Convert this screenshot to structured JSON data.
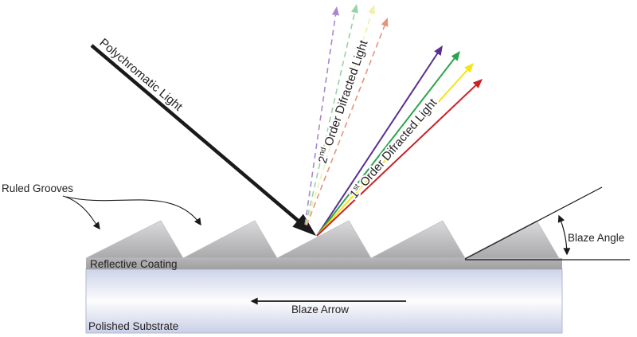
{
  "labels": {
    "polychromatic_light": "Polychromatic Light",
    "second_order": {
      "number": "2",
      "superscript": "nd",
      "text": "Order Difracted Light"
    },
    "first_order": {
      "number": "1",
      "superscript": "st",
      "text": "Order Difracted Light"
    },
    "ruled_grooves": "Ruled Grooves",
    "reflective_coating": "Reflective Coating",
    "blaze_arrow": "Blaze Arrow",
    "polished_substrate": "Polished Substrate",
    "blaze_angle": "Blaze Angle"
  },
  "colors": {
    "ink": "#231f20",
    "incident_arrow": "#1a1a1a",
    "first_order": {
      "purple": "#5a2e91",
      "green": "#2ca44d",
      "yellow": "#f3e518",
      "red": "#c82227"
    },
    "second_order": {
      "purple": "#a886cb",
      "green": "#96d3a5",
      "yellow": "#eef0ab",
      "salmon": "#e3947b"
    },
    "tooth": {
      "top": "#dcdcde",
      "bottom": "#a7a7a9"
    },
    "coating_band": {
      "top": "#b5b5b7",
      "bottom": "#a0a0a2"
    },
    "substrate": {
      "top": "#cdd3e9",
      "middle": "#fdfdfe",
      "bottom": "#c9cfe6",
      "edge": "#b2b7cf"
    }
  }
}
